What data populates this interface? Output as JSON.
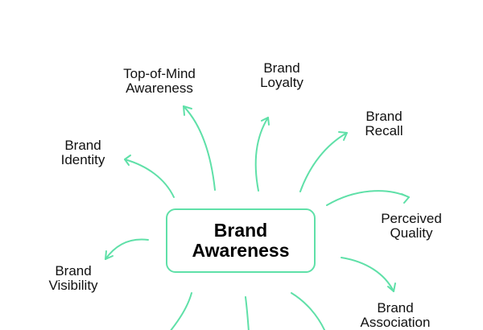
{
  "center": {
    "line1": "Brand",
    "line2": "Awareness"
  },
  "colors": {
    "accent": "#5fe0a8",
    "text": "#111111"
  },
  "nodes": [
    {
      "id": "top-of-mind",
      "line1": "Top-of-Mind",
      "line2": "Awareness"
    },
    {
      "id": "loyalty",
      "line1": "Brand",
      "line2": "Loyalty"
    },
    {
      "id": "recall",
      "line1": "Brand",
      "line2": "Recall"
    },
    {
      "id": "identity",
      "line1": "Brand",
      "line2": "Identity"
    },
    {
      "id": "perceived-quality",
      "line1": "Perceived",
      "line2": "Quality"
    },
    {
      "id": "visibility",
      "line1": "Brand",
      "line2": "Visibility"
    },
    {
      "id": "association",
      "line1": "Brand",
      "line2": "Association"
    }
  ]
}
